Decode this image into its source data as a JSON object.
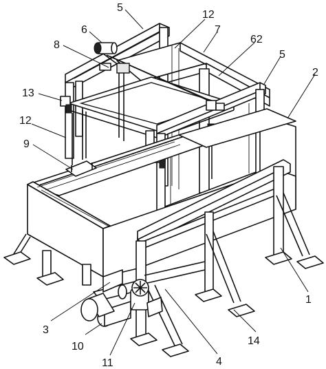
{
  "labels": {
    "l5a": "5",
    "l12a": "12",
    "l6": "6",
    "l7": "7",
    "l8": "8",
    "l62": "62",
    "l5b": "5",
    "l2": "2",
    "l13": "13",
    "l12b": "12",
    "l9": "9",
    "l1": "1",
    "l3": "3",
    "l14": "14",
    "l10": "10",
    "l4": "4",
    "l11": "11"
  }
}
